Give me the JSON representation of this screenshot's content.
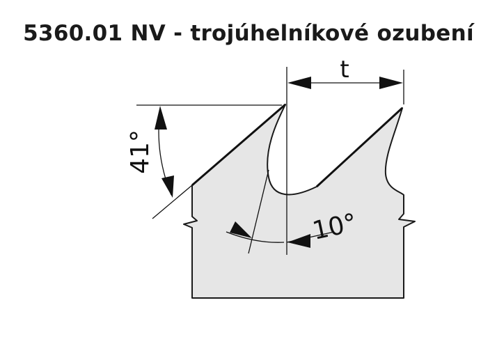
{
  "title": "5360.01 NV - trojúhelníkové ozubení",
  "labels": {
    "pitch": "t",
    "hook_angle": "41°",
    "rake_angle": "10°"
  },
  "colors": {
    "blade_fill": "#e6e6e6",
    "stroke": "#1a1a1a",
    "background": "#ffffff"
  }
}
